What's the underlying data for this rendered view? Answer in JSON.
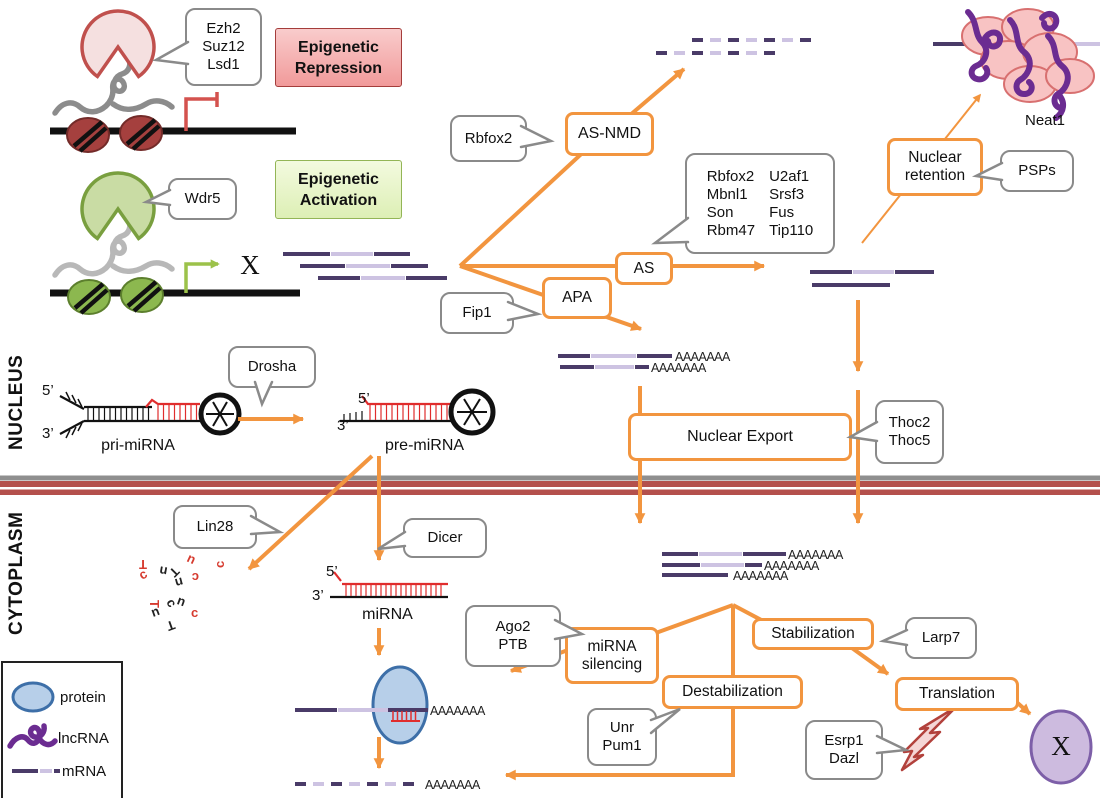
{
  "compartments": {
    "nucleus": "NUCLEUS",
    "cytoplasm": "CYTOPLASM"
  },
  "epigenetic": {
    "repression": "Epigenetic\nRepression",
    "activation": "Epigenetic\nActivation",
    "gene_x": "X"
  },
  "bubbles": {
    "prc": "Ezh2\nSuz12\nLsd1",
    "wdr5": "Wdr5",
    "rbfox2": "Rbfox2",
    "fip1": "Fip1",
    "splicing_col1": "Rbfox2\nMbnl1\nSon\nRbm47",
    "splicing_col2": "U2af1\nSrsf3\nFus\nTip110",
    "psps": "PSPs",
    "drosha": "Drosha",
    "thoc": "Thoc2\nThoc5",
    "lin28": "Lin28",
    "dicer": "Dicer",
    "ago2": "Ago2\nPTB",
    "unr": "Unr\nPum1",
    "larp7": "Larp7",
    "esrp1": "Esrp1\nDazl"
  },
  "processes": {
    "as_nmd": "AS-NMD",
    "as": "AS",
    "apa": "APA",
    "nuclear_retention": "Nuclear\nretention",
    "nuclear_export": "Nuclear Export",
    "mirna_silencing": "miRNA\nsilencing",
    "stabilization": "Stabilization",
    "destabilization": "Destabilization",
    "translation": "Translation"
  },
  "rna_labels": {
    "pri_mirna": "pri-miRNA",
    "pre_mirna": "pre-miRNA",
    "mirna": "miRNA",
    "neat1": "Neat1",
    "polya": "AAAAAAA",
    "five_prime": "5’",
    "three_prime": "3’",
    "protein_x": "X"
  },
  "legend": {
    "protein": "protein",
    "lncrna": "lncRNA",
    "mrna": "mRNA"
  },
  "colors": {
    "orange": "#F2953F",
    "bubble_gray": "#8A8A8A",
    "mrna_dark": "#4A3B68",
    "mrna_light": "#CDC3E2",
    "lncrna_purple": "#6B2C91",
    "membrane_red": "#B4504C",
    "membrane_gray": "#8F8F8F",
    "protein_blue_fill": "#B7CFE9",
    "protein_blue_border": "#3D6FA8",
    "repression_red": "#C0504D",
    "activation_green": "#7A9E3F",
    "paraspeckle_pink": "#F8C3C3",
    "x_purple_fill": "#CDBBDF",
    "x_purple_border": "#7D5FA8",
    "red_accent": "#D4524E"
  }
}
